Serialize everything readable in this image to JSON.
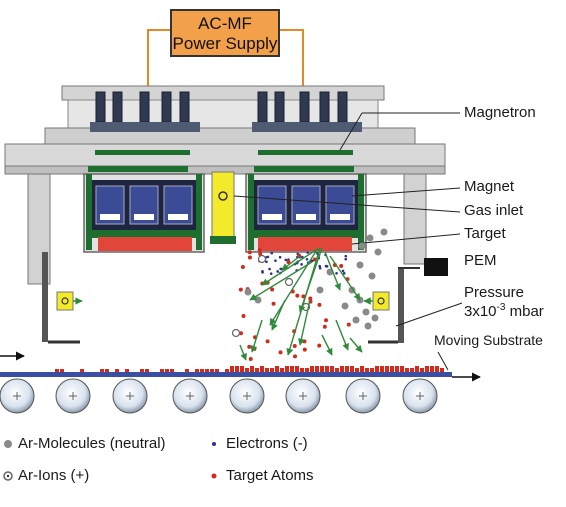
{
  "power_supply": {
    "line1": "AC-MF",
    "line2": "Power Supply"
  },
  "labels": {
    "magnetron": "Magnetron",
    "magnet": "Magnet",
    "gas_inlet": "Gas inlet",
    "target": "Target",
    "pem": "PEM",
    "pressure_line1": "Pressure",
    "pressure_line2_base": "3x10",
    "pressure_exp": "-3",
    "pressure_unit": " mbar",
    "moving_substrate": "Moving Substrate"
  },
  "legend": [
    {
      "key": "ar-molecules",
      "text": "Ar-Molecules (neutral)",
      "color": "#8a8a8a"
    },
    {
      "key": "electrons",
      "text": "Electrons (-)",
      "color": "#2b2f8f"
    },
    {
      "key": "ar-ions",
      "text": "Ar-Ions (+)",
      "color": "#666666"
    },
    {
      "key": "target-atoms",
      "text": "Target Atoms",
      "color": "#d42a1c"
    }
  ],
  "colors": {
    "frame": "#c9c9c9",
    "frame_dark": "#7a7a7a",
    "magnet_blue": "#2e3f82",
    "target_red": "#e2453a",
    "green": "#1d6e2f",
    "orange_wire": "#e08a2a",
    "arrow_green": "#2f8a3a",
    "yellow": "#f2ea2a"
  }
}
